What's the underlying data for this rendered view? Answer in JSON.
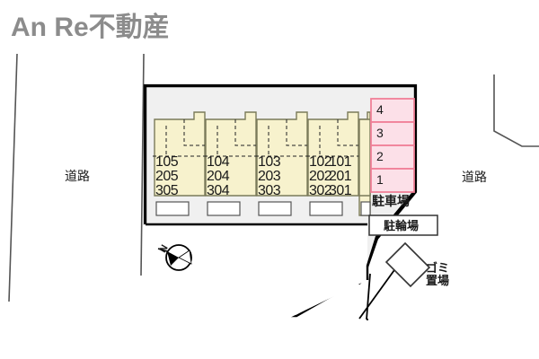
{
  "title": "An Re不動産",
  "brand_color": "#8c8c8c",
  "colors": {
    "site_fill": "#f0f0f0",
    "building_fill": "#f7f2cd",
    "building_stroke": "#7a7a5a",
    "parking_fill": "#fce0e8",
    "parking_stroke": "#f08098",
    "outline": "#000000",
    "road_line": "#555555"
  },
  "roads": {
    "left_label": "道路",
    "right_label": "道路"
  },
  "compass": {
    "north_label": "N",
    "icon": "compass-rose-icon"
  },
  "building": {
    "units": [
      {
        "floor1": "105",
        "floor2": "205",
        "floor3": "305"
      },
      {
        "floor1": "104",
        "floor2": "204",
        "floor3": "304"
      },
      {
        "floor1": "103",
        "floor2": "203",
        "floor3": "303"
      },
      {
        "floor1": "102",
        "floor2": "202",
        "floor3": "302"
      },
      {
        "floor1": "101",
        "floor2": "201",
        "floor3": "301"
      }
    ]
  },
  "parking": {
    "label": "駐車場",
    "stalls": [
      "4",
      "3",
      "2",
      "1"
    ]
  },
  "bicycle_parking": {
    "label": "駐輪場"
  },
  "garbage": {
    "label_line1": "ゴミ",
    "label_line2": "置場"
  }
}
